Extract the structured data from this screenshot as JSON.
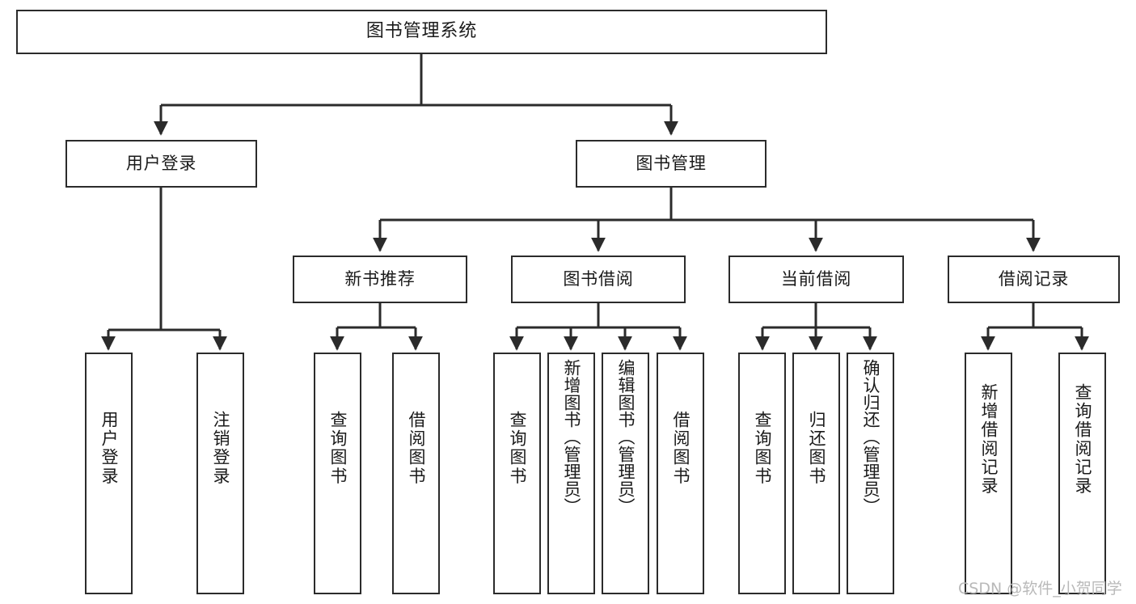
{
  "diagram": {
    "title": "图书管理系统",
    "type": "tree",
    "watermark": "CSDN @软件_小贺同学",
    "colors": {
      "stroke": "#2b2b2b",
      "fill": "#ffffff",
      "text": "#1a1a1a",
      "watermark": "#b9b9b9"
    },
    "levels": {
      "root": {
        "label": "图书管理系统"
      },
      "level2": [
        {
          "label": "用户登录"
        },
        {
          "label": "图书管理"
        }
      ],
      "level3": [
        {
          "label": "新书推荐"
        },
        {
          "label": "图书借阅"
        },
        {
          "label": "当前借阅"
        },
        {
          "label": "借阅记录"
        }
      ],
      "leaves_user_login": [
        {
          "label": "用户登录"
        },
        {
          "label": "注销登录"
        }
      ],
      "leaves_new_book": [
        {
          "label": "查询图书"
        },
        {
          "label": "借阅图书"
        }
      ],
      "leaves_borrow": [
        {
          "label": "查询图书"
        },
        {
          "label": "新增图书（管理员）"
        },
        {
          "label": "编辑图书（管理员）"
        },
        {
          "label": "借阅图书"
        }
      ],
      "leaves_current": [
        {
          "label": "查询图书"
        },
        {
          "label": "归还图书"
        },
        {
          "label": "确认归还（管理员）"
        }
      ],
      "leaves_record": [
        {
          "label": "新增借阅记录"
        },
        {
          "label": "查询借阅记录"
        }
      ]
    }
  }
}
